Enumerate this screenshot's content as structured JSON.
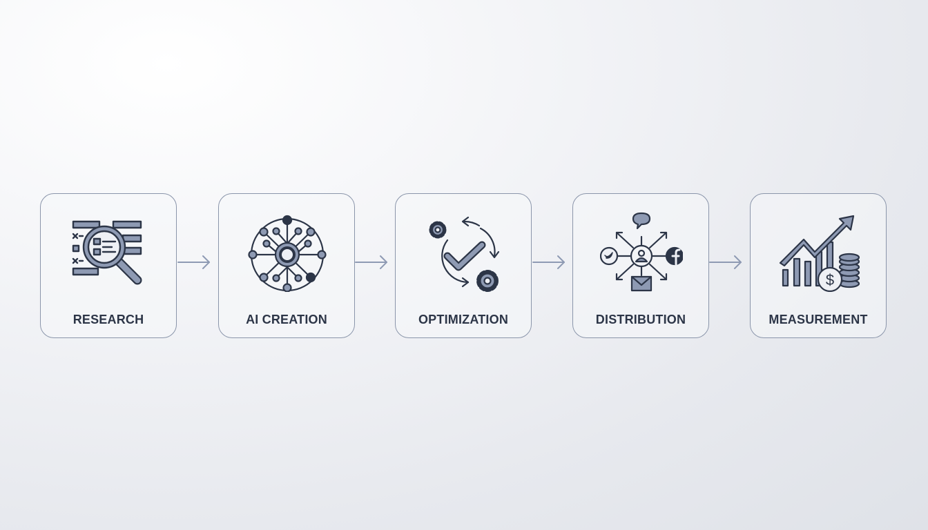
{
  "steps": [
    {
      "label": "RESEARCH",
      "icon": "magnifier-list-icon"
    },
    {
      "label": "AI CREATION",
      "icon": "neural-network-icon"
    },
    {
      "label": "OPTIMIZATION",
      "icon": "gears-checkmark-cycle-icon"
    },
    {
      "label": "DISTRIBUTION",
      "icon": "share-network-icon"
    },
    {
      "label": "MEASUREMENT",
      "icon": "growth-chart-coins-icon"
    }
  ],
  "colors": {
    "stroke": "#2c3547",
    "fill": "#8e9ab3",
    "border": "#8a95aa",
    "arrow": "#8e9ab3"
  }
}
